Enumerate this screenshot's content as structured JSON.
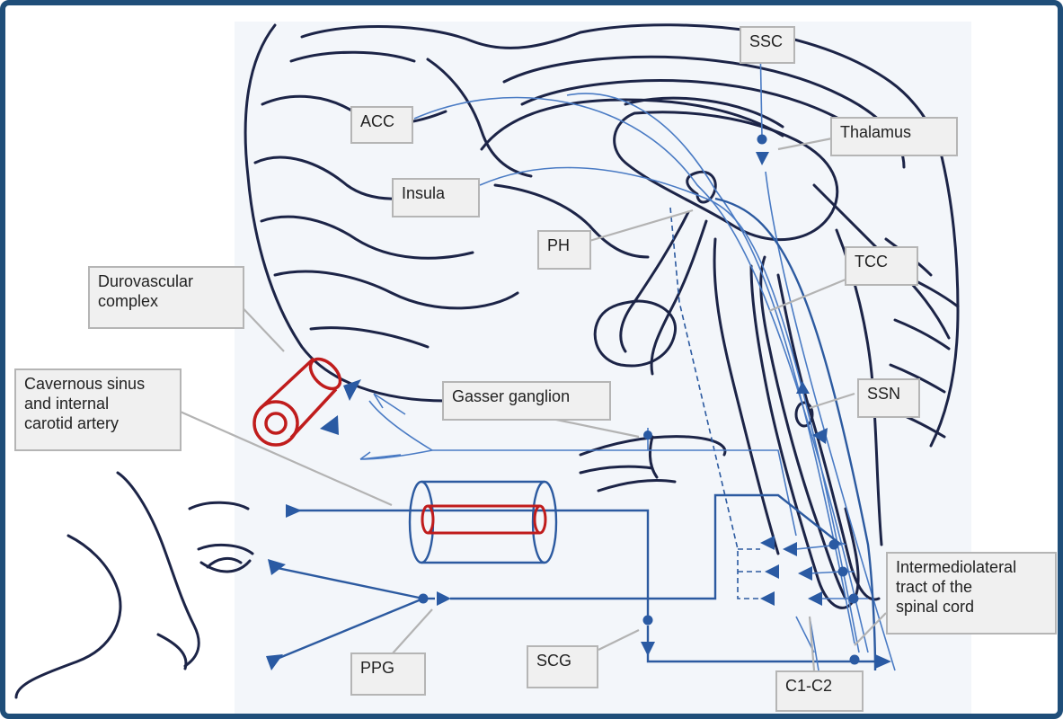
{
  "labels": {
    "ssc": "SSC",
    "acc": "ACC",
    "thalamus": "Thalamus",
    "insula": "Insula",
    "ph": "PH",
    "tcc": "TCC",
    "durovascular_line1": "Durovascular",
    "durovascular_line2": "complex",
    "cavernous_line1": "Cavernous sinus",
    "cavernous_line2": "and internal",
    "cavernous_line3": "carotid artery",
    "gasser": "Gasser ganglion",
    "ssn": "SSN",
    "intermedio_line1": "Intermediolateral",
    "intermedio_line2": "tract of the",
    "intermedio_line3": "spinal cord",
    "ppg": "PPG",
    "scg": "SCG",
    "c1c2": "C1-C2"
  },
  "colors": {
    "frame_border": "#1f4e79",
    "pathway_blue": "#2c5aa0",
    "vessel_red": "#c01c1c",
    "label_fill": "#f0f0f0",
    "label_border": "#b5b5b5"
  }
}
